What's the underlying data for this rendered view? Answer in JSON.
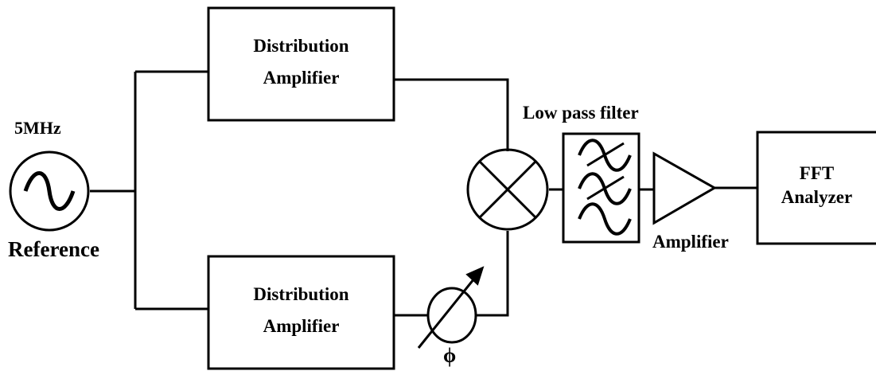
{
  "labels": {
    "source_freq": "5MHz",
    "source_name": "Reference",
    "dist_amp_top_line1": "Distribution",
    "dist_amp_top_line2": "Amplifier",
    "dist_amp_bottom_line1": "Distribution",
    "dist_amp_bottom_line2": "Amplifier",
    "phase_symbol": "ϕ",
    "low_pass_filter": "Low pass filter",
    "amplifier": "Amplifier",
    "fft_line1": "FFT",
    "fft_line2": "Analyzer"
  },
  "icons": {
    "source": "sine-wave-source",
    "mixer": "mixer-cross",
    "phase_shifter": "variable-phase-shifter",
    "filter": "low-pass-filter-sine-stack",
    "amplifier": "triangle-amplifier"
  },
  "colors": {
    "line": "#000000",
    "background": "#ffffff"
  }
}
